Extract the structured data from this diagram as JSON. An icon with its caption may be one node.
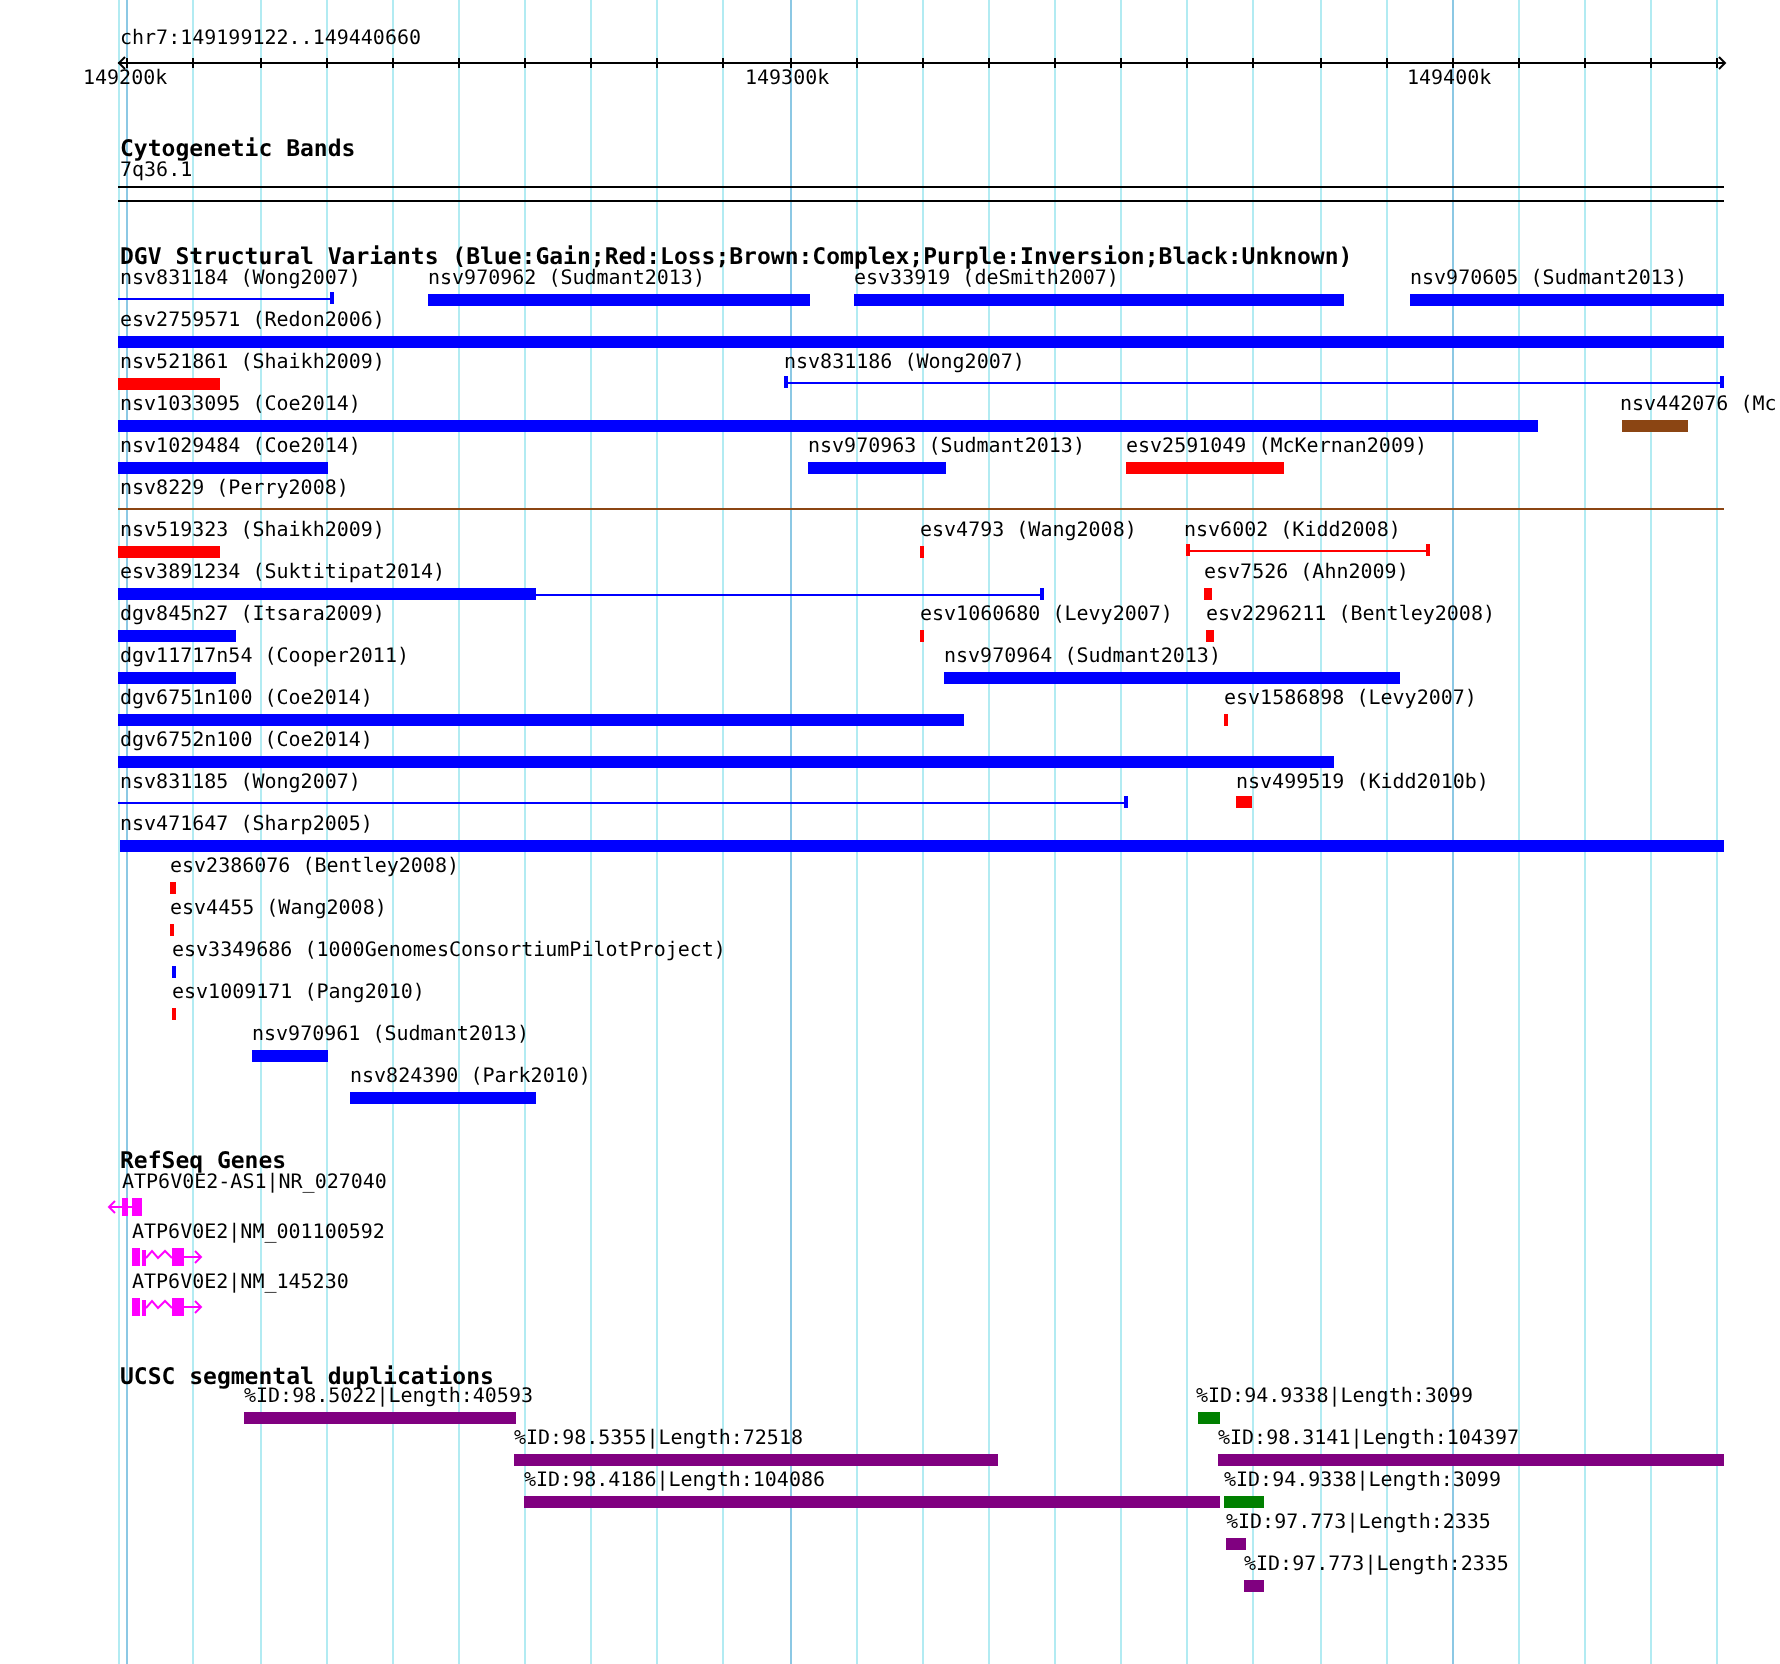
{
  "diagram": {
    "title": "chr7:149199122..149440660",
    "nodes": [
      {
        "text": [
          "7q36.1"
        ]
      },
      {
        "text": [
          "nsv831184 (Wong2007)"
        ]
      },
      {
        "text": [
          "nsv970962 (Sudmant2013)"
        ]
      },
      {
        "text": [
          "esv33919 (deSmith2007)"
        ]
      },
      {
        "text": [
          "nsv970605 (Sudmant2013)"
        ]
      },
      {
        "text": [
          "esv2759571 (Redon2006)"
        ]
      },
      {
        "text": [
          "nsv521861 (Shaikh2009)"
        ]
      },
      {
        "text": [
          "nsv831186 (Wong2007)"
        ]
      },
      {
        "text": [
          "nsv1033095 (Coe2014)"
        ]
      },
      {
        "text": [
          "nsv442076 (Mc"
        ]
      },
      {
        "text": [
          "nsv1029484 (Coe2014)"
        ]
      },
      {
        "text": [
          "nsv970963 (Sudmant2013)"
        ]
      },
      {
        "text": [
          "esv2591049 (McKernan2009)"
        ]
      },
      {
        "text": [
          "nsv8229 (Perry2008)"
        ]
      },
      {
        "text": [
          "nsv519323 (Shaikh2009)"
        ]
      },
      {
        "text": [
          "esv4793 (Wang2008)"
        ]
      },
      {
        "text": [
          "nsv6002 (Kidd2008)"
        ]
      },
      {
        "text": [
          "esv3891234 (Suktitipat2014)"
        ]
      },
      {
        "text": [
          "esv7526 (Ahn2009)"
        ]
      },
      {
        "text": [
          "dgv845n27 (Itsara2009)"
        ]
      },
      {
        "text": [
          "esv1060680 (Levy2007)"
        ]
      },
      {
        "text": [
          "esv2296211 (Bentley2008)"
        ]
      },
      {
        "text": [
          "dgv11717n54 (Cooper2011)"
        ]
      },
      {
        "text": [
          "nsv970964 (Sudmant2013)"
        ]
      },
      {
        "text": [
          "dgv6751n100 (Coe2014)"
        ]
      },
      {
        "text": [
          "esv1586898 (Levy2007)"
        ]
      },
      {
        "text": [
          "dgv6752n100 (Coe2014)"
        ]
      },
      {
        "text": [
          "nsv831185 (Wong2007)"
        ]
      },
      {
        "text": [
          "nsv499519 (Kidd2010b)"
        ]
      },
      {
        "text": [
          "nsv471647 (Sharp2005)"
        ]
      },
      {
        "text": [
          "esv2386076 (Bentley2008)"
        ]
      },
      {
        "text": [
          "esv4455 (Wang2008)"
        ]
      },
      {
        "text": [
          "esv3349686 (1000GenomesConsortiumPilotProject)"
        ]
      },
      {
        "text": [
          "esv1009171 (Pang2010)"
        ]
      },
      {
        "text": [
          "nsv970961 (Sudmant2013)"
        ]
      },
      {
        "text": [
          "nsv824390 (Park2010)"
        ]
      },
      {
        "text": [
          "ATP6V0E2-AS1|NR_027040"
        ]
      },
      {
        "text": [
          "ATP6V0E2|NM_001100592"
        ]
      },
      {
        "text": [
          "ATP6V0E2|NM_145230"
        ]
      },
      {
        "text": [
          "%ID:98.5022|Length:40593"
        ]
      },
      {
        "text": [
          "%ID:94.9338|Length:3099"
        ]
      },
      {
        "text": [
          "%ID:98.5355|Length:72518"
        ]
      },
      {
        "text": [
          "%ID:98.3141|Length:104397"
        ]
      },
      {
        "text": [
          "%ID:98.4186|Length:104086"
        ]
      },
      {
        "text": [
          "%ID:94.9338|Length:3099"
        ]
      },
      {
        "text": [
          "%ID:97.773|Length:2335"
        ]
      },
      {
        "text": [
          "%ID:97.773|Length:2335"
        ]
      }
    ],
    "labels": [
      "149200k",
      "149300k",
      "149400k",
      "Cytogenetic Bands",
      "DGV Structural Variants (Blue:Gain;Red:Loss;Brown:Complex;Purple:Inversion;Black:Unknown)",
      "RefSeq Genes",
      "UCSC segmental duplications"
    ]
  }
}
